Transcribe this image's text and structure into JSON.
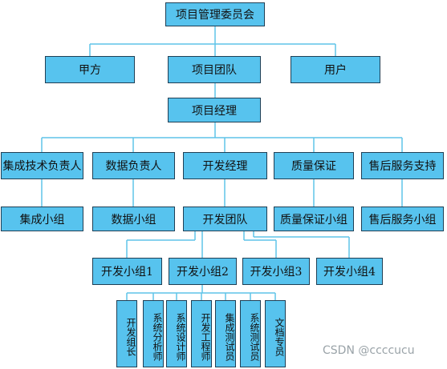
{
  "colors": {
    "box_fill": "#57c3ee",
    "box_border": "#1f3f55",
    "connector": "#5fc4e8"
  },
  "nodes": {
    "committee": "项目管理委员会",
    "party_a": "甲方",
    "project_team": "项目团队",
    "user": "用户",
    "project_manager": "项目经理",
    "integration_lead": "集成技术负责人",
    "data_lead": "数据负责人",
    "dev_manager": "开发经理",
    "qa": "质量保证",
    "after_sales": "售后服务支持",
    "integration_group": "集成小组",
    "data_group": "数据小组",
    "dev_team": "开发团队",
    "qa_group": "质量保证小组",
    "after_sales_group": "售后服务小组",
    "dev_group_1": "开发小组1",
    "dev_group_2": "开发小组2",
    "dev_group_3": "开发小组3",
    "dev_group_4": "开发小组4"
  },
  "roles": [
    "开发组长",
    "系统分析师",
    "系统设计师",
    "开发工程师",
    "集成测试员",
    "系统测试员",
    "文档专员"
  ],
  "watermark": "CSDN @ccccucu"
}
